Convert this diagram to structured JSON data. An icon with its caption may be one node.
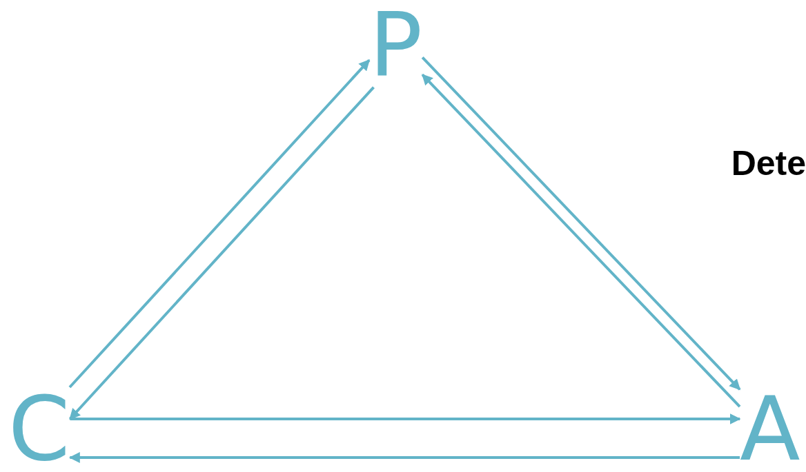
{
  "diagram": {
    "nodes": [
      {
        "text": [
          "P"
        ]
      },
      {
        "text": [
          "C"
        ]
      },
      {
        "text": [
          "A"
        ]
      }
    ],
    "edges": [
      {
        "from": 1,
        "to": 0,
        "arrow": "to"
      },
      {
        "from": 0,
        "to": 1,
        "arrow": "to"
      },
      {
        "from": 0,
        "to": 2,
        "arrow": "to"
      },
      {
        "from": 2,
        "to": 0,
        "arrow": "to"
      },
      {
        "from": 1,
        "to": 2,
        "arrow": "to"
      },
      {
        "from": 2,
        "to": 1,
        "arrow": "to"
      }
    ],
    "labels": [
      "Dete"
    ]
  }
}
